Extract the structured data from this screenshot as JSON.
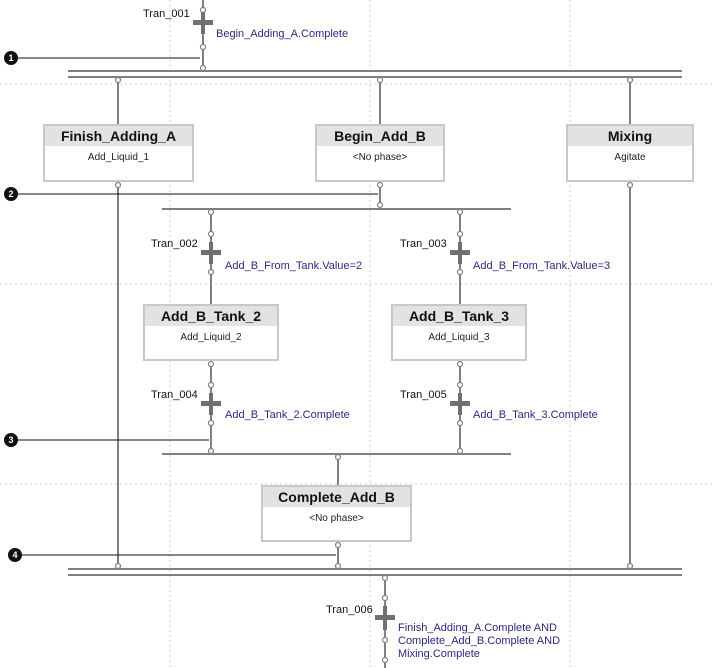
{
  "steps": {
    "finish_adding_a": {
      "name": "Finish_Adding_A",
      "phase": "Add_Liquid_1"
    },
    "begin_add_b": {
      "name": "Begin_Add_B",
      "phase": "<No phase>"
    },
    "mixing": {
      "name": "Mixing",
      "phase": "Agitate"
    },
    "add_b_tank_2": {
      "name": "Add_B_Tank_2",
      "phase": "Add_Liquid_2"
    },
    "add_b_tank_3": {
      "name": "Add_B_Tank_3",
      "phase": "Add_Liquid_3"
    },
    "complete_add_b": {
      "name": "Complete_Add_B",
      "phase": "<No phase>"
    }
  },
  "transitions": {
    "tran_001": {
      "name": "Tran_001",
      "condition": "Begin_Adding_A.Complete"
    },
    "tran_002": {
      "name": "Tran_002",
      "condition": "Add_B_From_Tank.Value=2"
    },
    "tran_003": {
      "name": "Tran_003",
      "condition": "Add_B_From_Tank.Value=3"
    },
    "tran_004": {
      "name": "Tran_004",
      "condition": "Add_B_Tank_2.Complete"
    },
    "tran_005": {
      "name": "Tran_005",
      "condition": "Add_B_Tank_3.Complete"
    },
    "tran_006": {
      "name": "Tran_006",
      "condition_lines": [
        "Finish_Adding_A.Complete AND",
        "Complete_Add_B.Complete AND",
        "Mixing.Complete"
      ]
    }
  },
  "callouts": [
    "1",
    "2",
    "3",
    "4"
  ],
  "colors": {
    "line": "#808080",
    "step_border": "#c8c8c8",
    "step_header": "#e2e2e2",
    "condition_text": "#2a2a80",
    "grid": "#d0d0d0"
  }
}
